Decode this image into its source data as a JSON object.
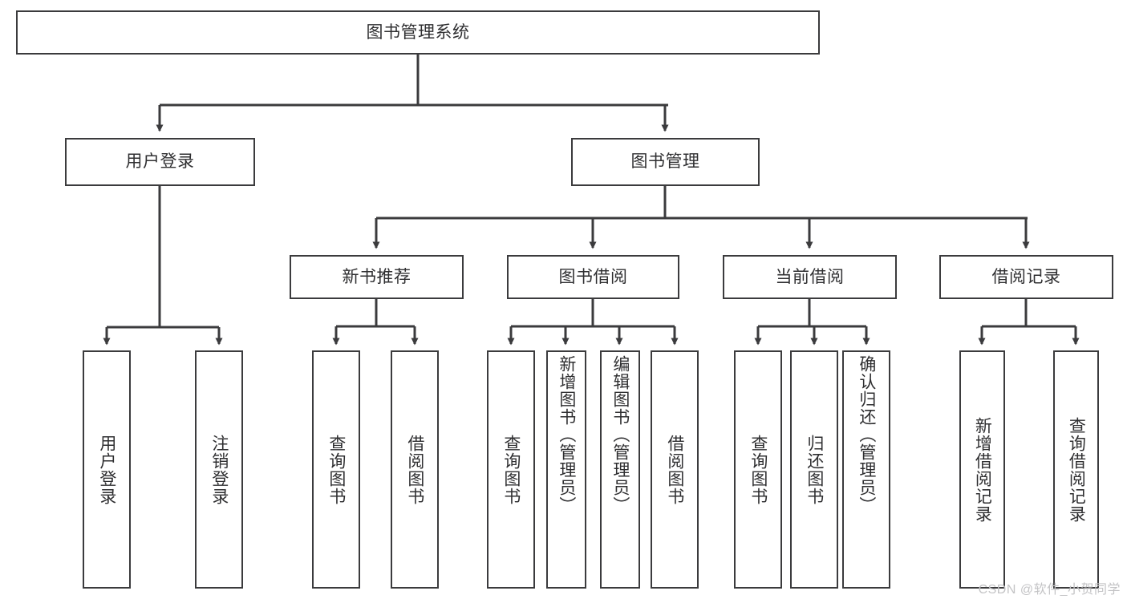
{
  "diagram": {
    "type": "hierarchy-tree",
    "title": "图书管理系统",
    "watermark": "CSDN @软件_小贺同学",
    "colors": {
      "background": "#ffffff",
      "stroke": "#3b3b3d",
      "text": "#2f2f31",
      "watermark": "#c3c3c5"
    },
    "root": {
      "label": "图书管理系统",
      "orientation": "horizontal"
    },
    "level2": [
      {
        "label": "用户登录",
        "orientation": "horizontal"
      },
      {
        "label": "图书管理",
        "orientation": "horizontal"
      }
    ],
    "level3": [
      {
        "label": "新书推荐",
        "orientation": "horizontal"
      },
      {
        "label": "图书借阅",
        "orientation": "horizontal"
      },
      {
        "label": "当前借阅",
        "orientation": "horizontal"
      },
      {
        "label": "借阅记录",
        "orientation": "horizontal"
      }
    ],
    "leaves": {
      "user_login": [
        {
          "label": "用户登录",
          "orientation": "vertical"
        },
        {
          "label": "注销登录",
          "orientation": "vertical"
        }
      ],
      "new_book_recommend": [
        {
          "label": "查询图书",
          "orientation": "vertical"
        },
        {
          "label": "借阅图书",
          "orientation": "vertical"
        }
      ],
      "book_borrow": [
        {
          "label": "查询图书",
          "orientation": "vertical"
        },
        {
          "label": "新增图书（管理员）",
          "orientation": "vertical"
        },
        {
          "label": "编辑图书（管理员）",
          "orientation": "vertical"
        },
        {
          "label": "借阅图书",
          "orientation": "vertical"
        }
      ],
      "current_borrow": [
        {
          "label": "查询图书",
          "orientation": "vertical"
        },
        {
          "label": "归还图书",
          "orientation": "vertical"
        },
        {
          "label": "确认归还（管理员）",
          "orientation": "vertical"
        }
      ],
      "borrow_record": [
        {
          "label": "新增借阅记录",
          "orientation": "vertical"
        },
        {
          "label": "查询借阅记录",
          "orientation": "vertical"
        }
      ]
    }
  }
}
